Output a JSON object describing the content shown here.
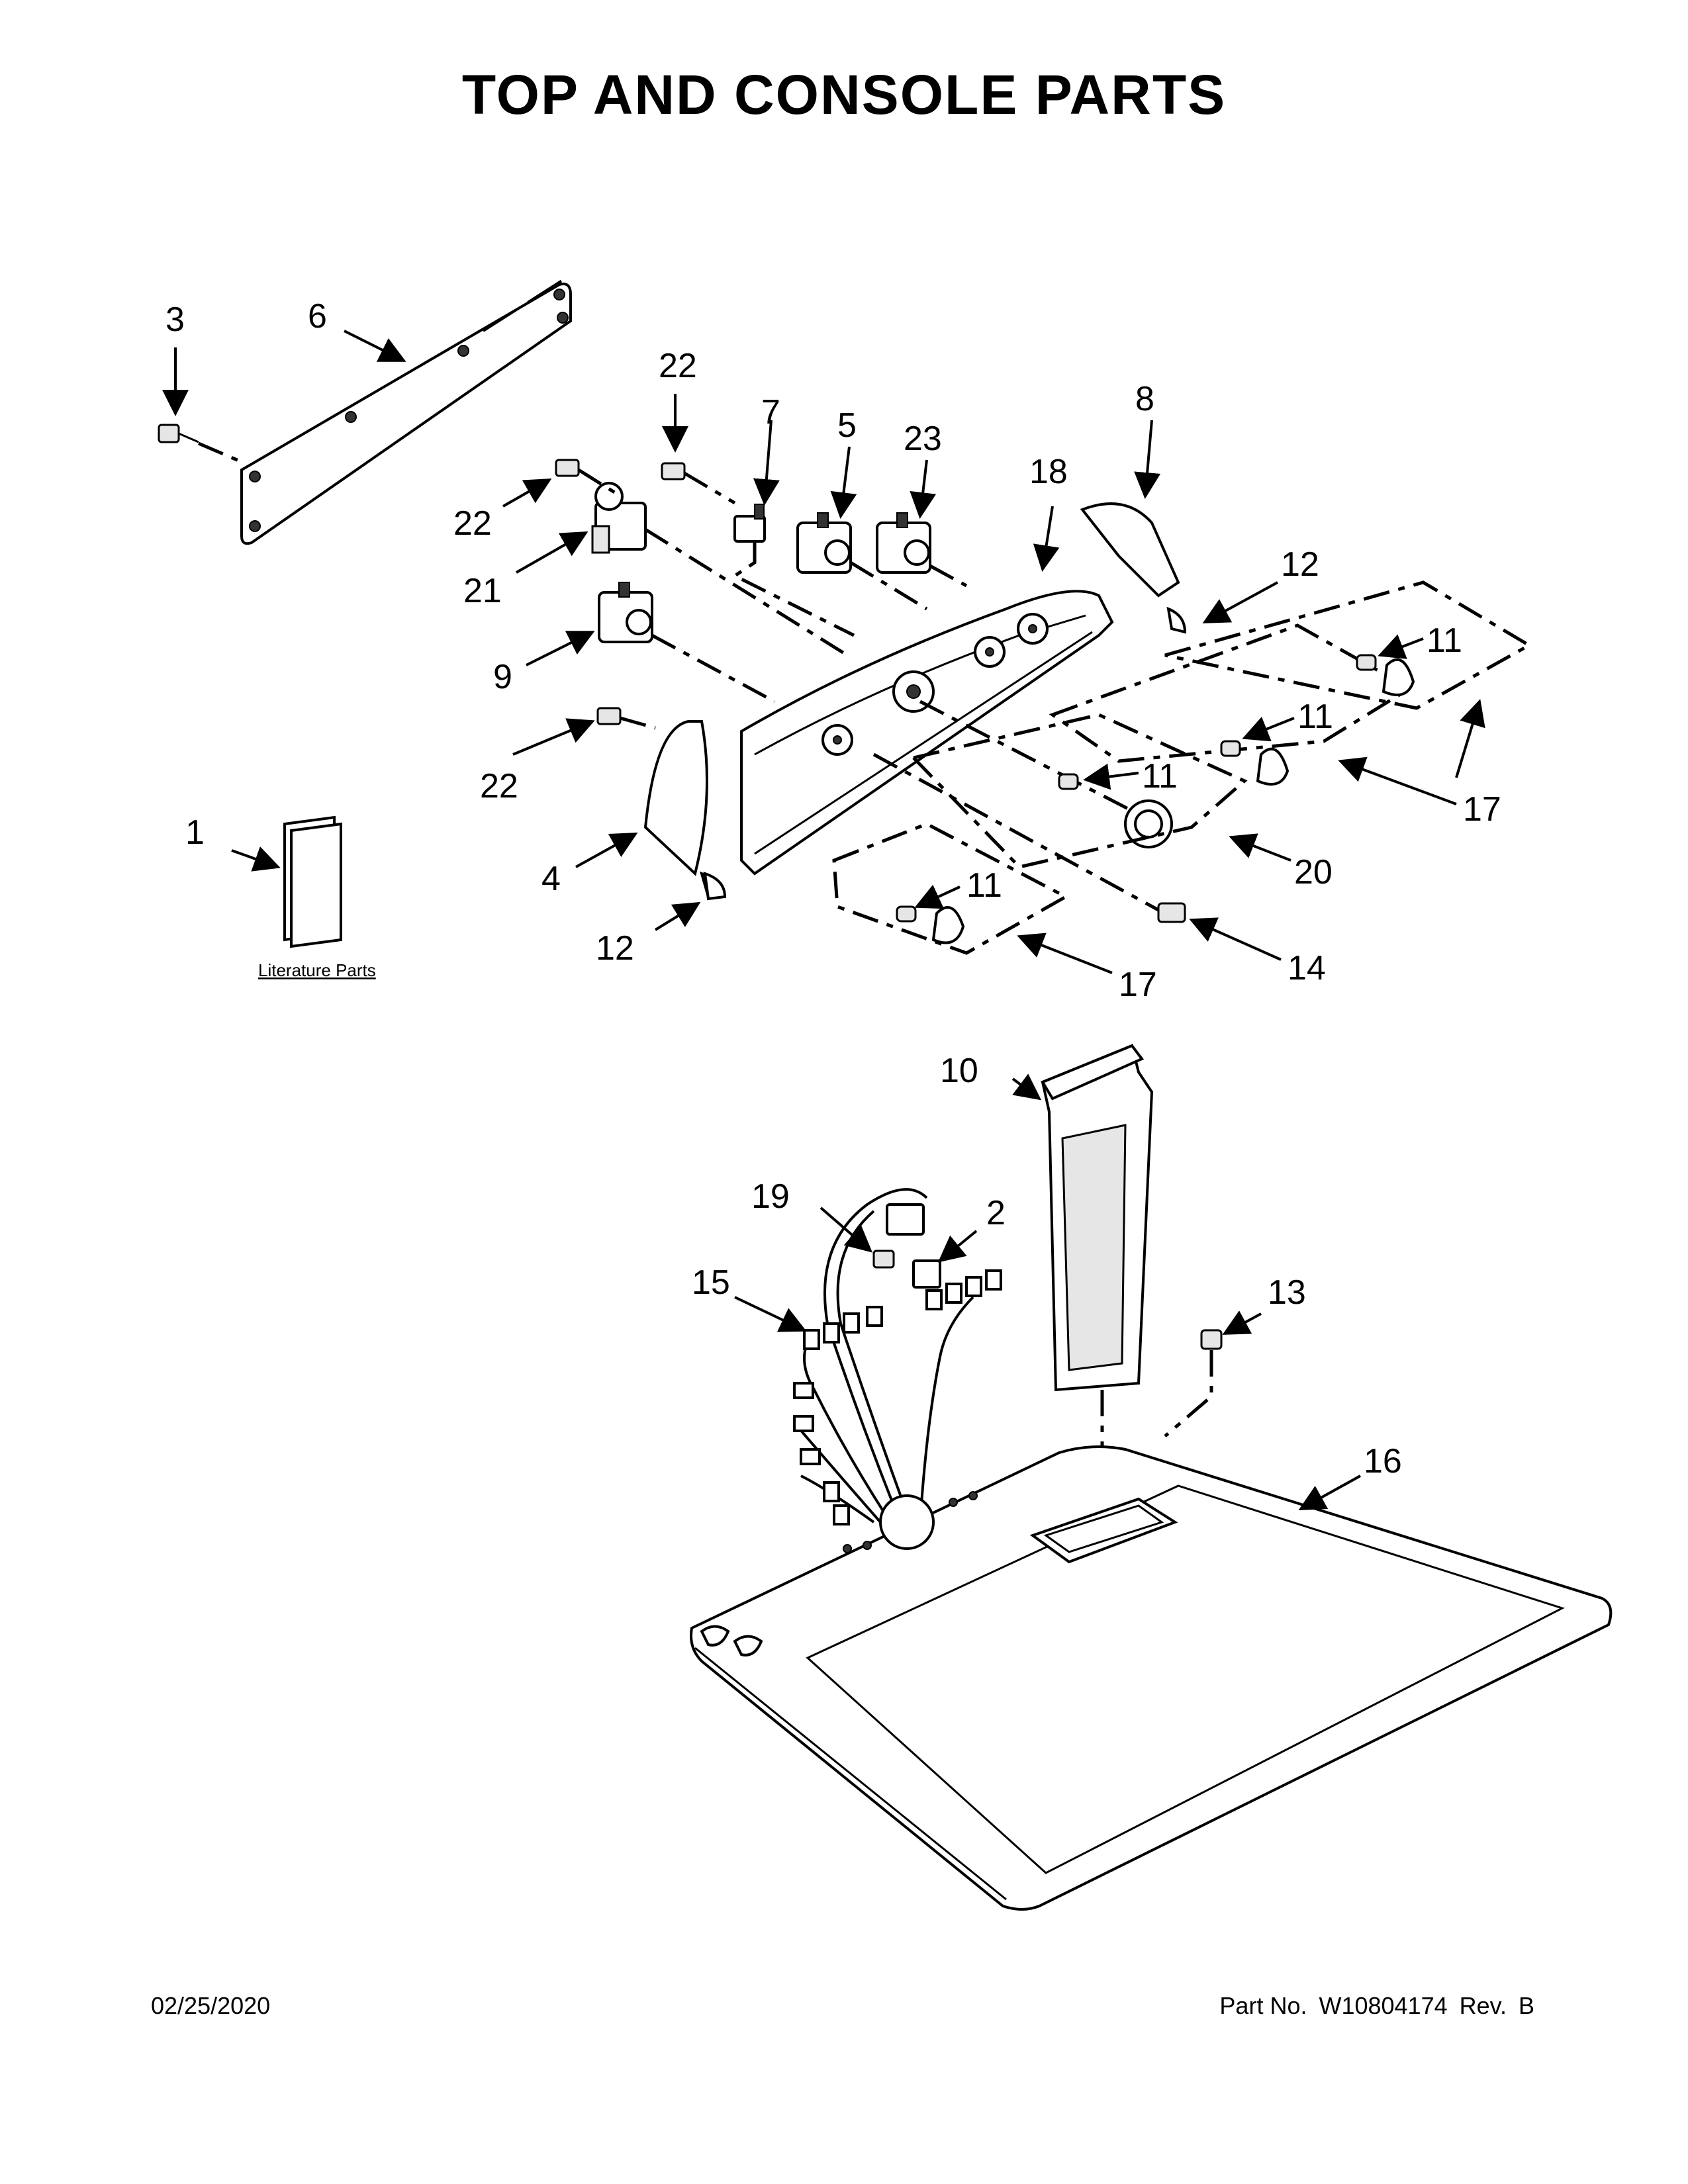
{
  "title": "TOP AND CONSOLE PARTS",
  "footer": {
    "date": "02/25/2020",
    "part_no_label": "Part No.",
    "part_no": "W10804174",
    "rev_label": "Rev.",
    "rev": "B"
  },
  "literature_label": "Literature Parts",
  "callouts": {
    "c1": "1",
    "c2": "2",
    "c3": "3",
    "c4": "4",
    "c5": "5",
    "c6": "6",
    "c7": "7",
    "c8": "8",
    "c9": "9",
    "c10": "10",
    "c11a": "11",
    "c11b": "11",
    "c11c": "11",
    "c11d": "11",
    "c12a": "12",
    "c12b": "12",
    "c13": "13",
    "c14": "14",
    "c15": "15",
    "c16": "16",
    "c17a": "17",
    "c17b": "17",
    "c18": "18",
    "c19": "19",
    "c20": "20",
    "c21": "21",
    "c22a": "22",
    "c22b": "22",
    "c22c": "22",
    "c23": "23"
  }
}
